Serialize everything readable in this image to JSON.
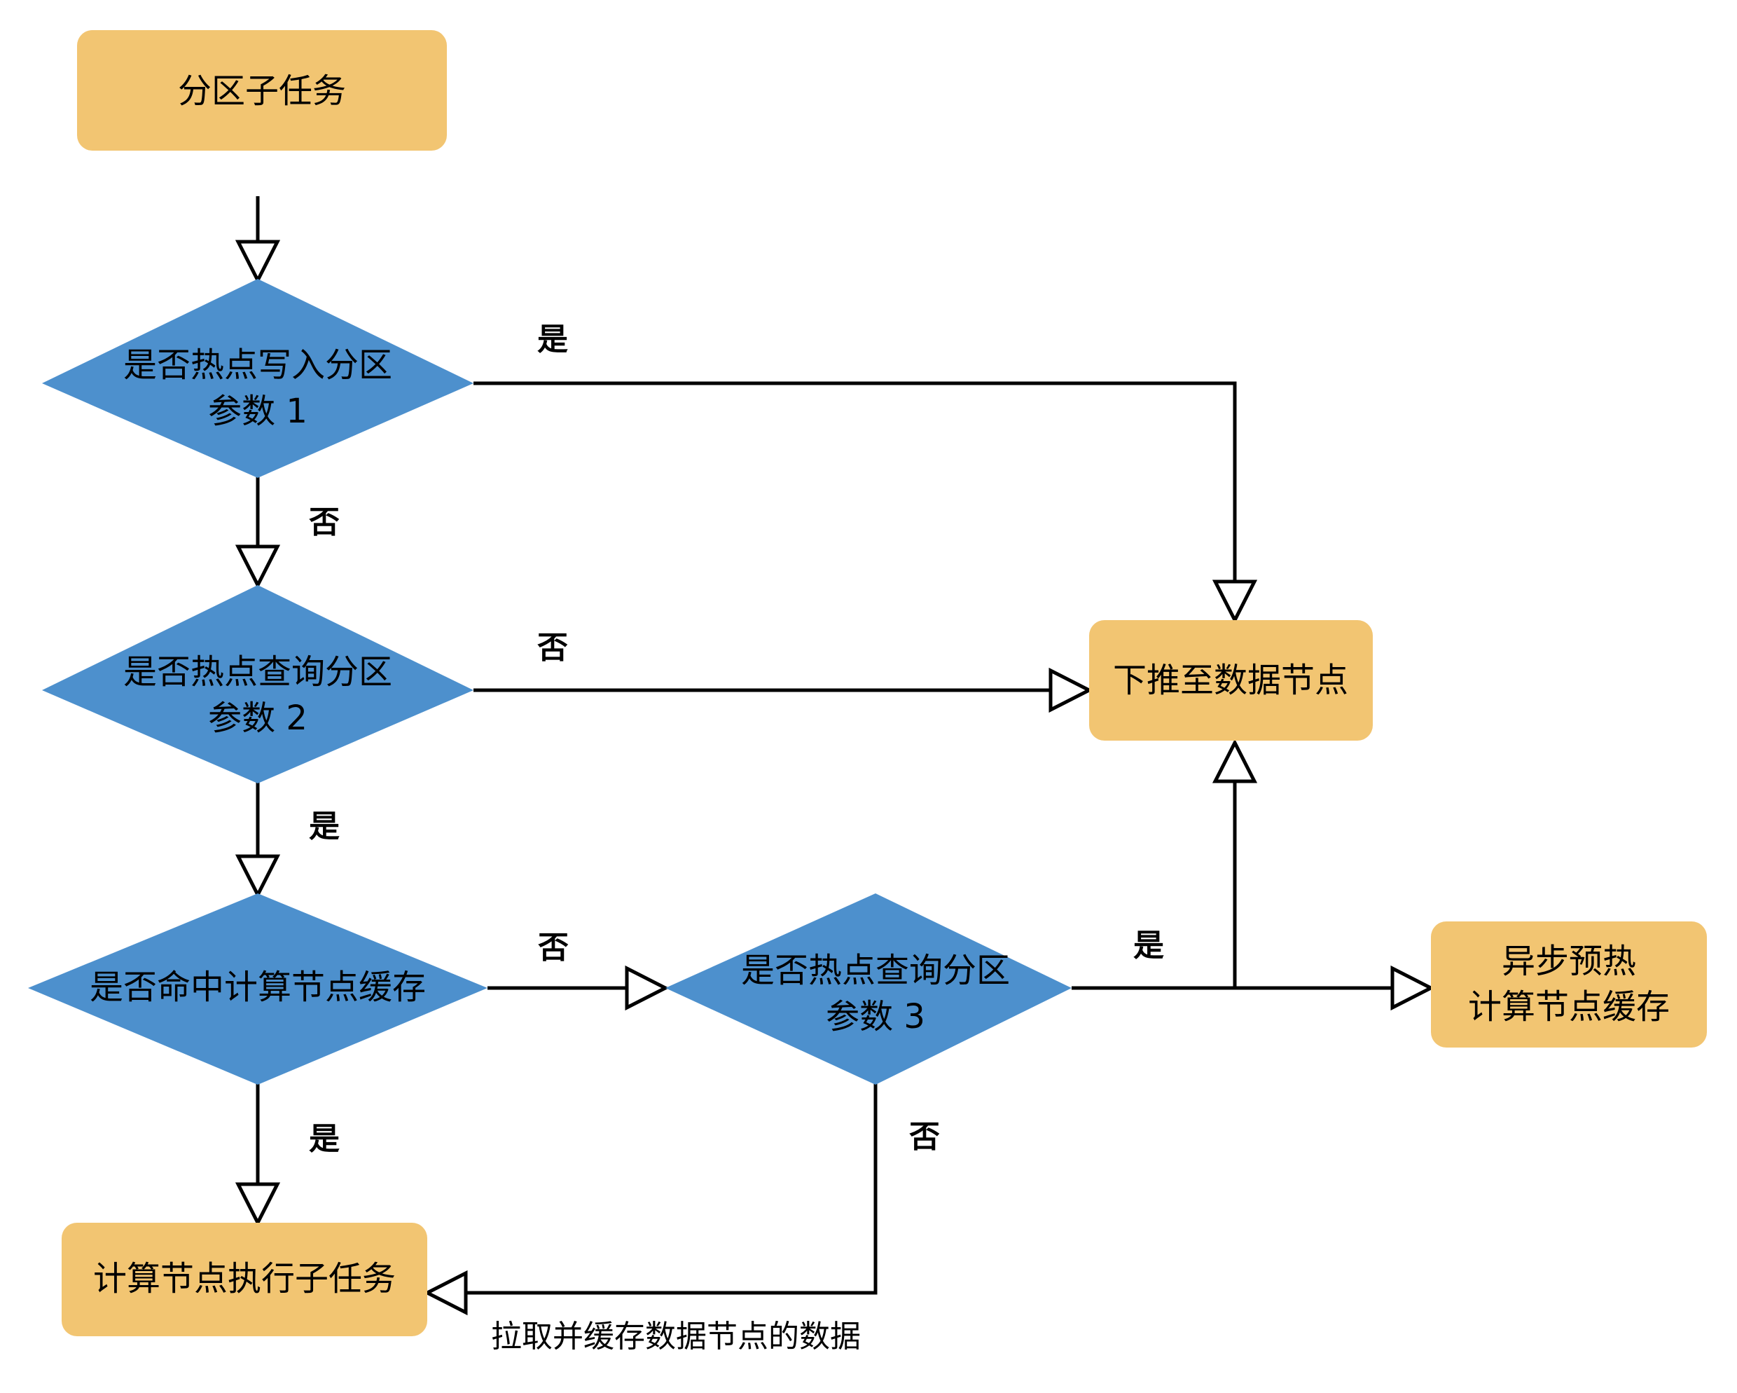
{
  "diagram": {
    "type": "flowchart",
    "title": "",
    "colors": {
      "process_fill": "#F2C572",
      "decision_fill": "#4D90CD",
      "edge_stroke": "#000000",
      "text": "#000000",
      "background": "#FFFFFF"
    },
    "nodes": [
      {
        "id": "n1",
        "shape": "rounded-rect",
        "label": "分区子任务",
        "lines": [
          "分区子任务"
        ],
        "fill": "#F2C572"
      },
      {
        "id": "n2",
        "shape": "diamond",
        "label": "是否热点写入分区 参数 1",
        "lines": [
          "是否热点写入分区",
          "参数 1"
        ],
        "fill": "#4D90CD"
      },
      {
        "id": "n3",
        "shape": "diamond",
        "label": "是否热点查询分区 参数 2",
        "lines": [
          "是否热点查询分区",
          "参数 2"
        ],
        "fill": "#4D90CD"
      },
      {
        "id": "n4",
        "shape": "diamond",
        "label": "是否命中计算节点缓存",
        "lines": [
          "是否命中计算节点缓存"
        ],
        "fill": "#4D90CD"
      },
      {
        "id": "n5",
        "shape": "diamond",
        "label": "是否热点查询分区 参数 3",
        "lines": [
          "是否热点查询分区",
          "参数 3"
        ],
        "fill": "#4D90CD"
      },
      {
        "id": "n6",
        "shape": "rounded-rect",
        "label": "下推至数据节点",
        "lines": [
          "下推至数据节点"
        ],
        "fill": "#F2C572"
      },
      {
        "id": "n7",
        "shape": "rounded-rect",
        "label": "异步预热 计算节点缓存",
        "lines": [
          "异步预热",
          "计算节点缓存"
        ],
        "fill": "#F2C572"
      },
      {
        "id": "n8",
        "shape": "rounded-rect",
        "label": "计算节点执行子任务",
        "lines": [
          "计算节点执行子任务"
        ],
        "fill": "#F2C572"
      }
    ],
    "edges": [
      {
        "id": "e1",
        "from": "n1",
        "to": "n2",
        "label": ""
      },
      {
        "id": "e2",
        "from": "n2",
        "to": "n6",
        "label": "是"
      },
      {
        "id": "e3",
        "from": "n2",
        "to": "n3",
        "label": "否"
      },
      {
        "id": "e4",
        "from": "n3",
        "to": "n6",
        "label": "否"
      },
      {
        "id": "e5",
        "from": "n3",
        "to": "n4",
        "label": "是"
      },
      {
        "id": "e6",
        "from": "n4",
        "to": "n5",
        "label": "否"
      },
      {
        "id": "e7",
        "from": "n4",
        "to": "n8",
        "label": "是"
      },
      {
        "id": "e8",
        "from": "n5",
        "to": "n7",
        "label": "是"
      },
      {
        "id": "e9",
        "from": "n5",
        "to": "n6",
        "label": ""
      },
      {
        "id": "e10",
        "from": "n5",
        "to": "n8",
        "label": "否",
        "extra_label": "拉取并缓存数据节点的数据"
      }
    ],
    "edge_labels": {
      "yes_write_partition": "是",
      "no_write_partition": "否",
      "no_query_partition_2": "否",
      "yes_query_partition_2": "是",
      "no_cache_hit": "否",
      "yes_cache_hit": "是",
      "yes_query_partition_3": "是",
      "no_query_partition_3": "否",
      "pull_and_cache": "拉取并缓存数据节点的数据"
    }
  }
}
